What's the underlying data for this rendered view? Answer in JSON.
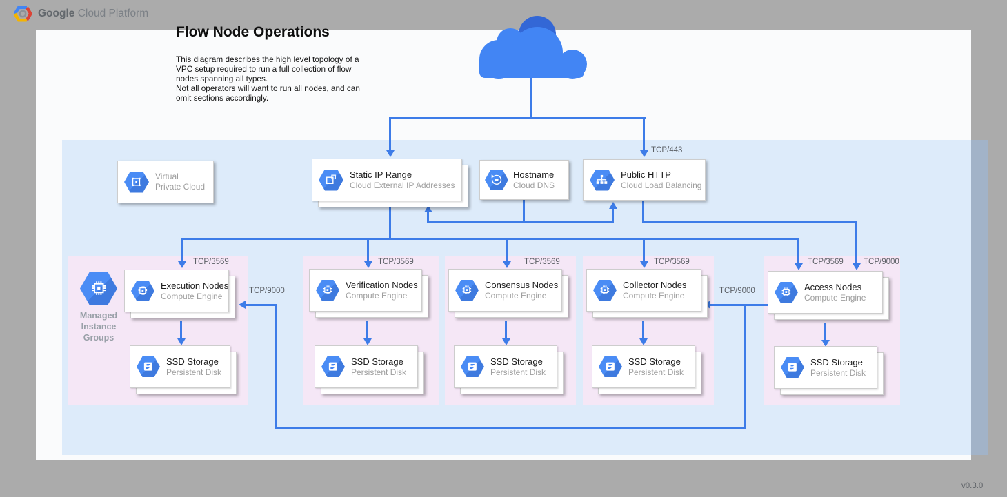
{
  "header": {
    "brand_bold": "Google",
    "brand_rest": "Cloud Platform",
    "logo_icon": "gcp-hexagon-logo"
  },
  "title": "Flow Node Operations",
  "description": "This diagram describes the high level topology of a VPC setup required to run a full collection of flow nodes spanning all types.\nNot all operators will want to run all nodes, and can omit sections accordingly.",
  "version": "v0.3.0",
  "colors": {
    "accent_blue": "#4285f4",
    "connector_blue": "#3d7ce8",
    "vpc_background": "#ddebfa",
    "group_background": "#f5e7f6",
    "page_background": "#fafbfc",
    "outer_background": "#ababab"
  },
  "cloud_icon": "internet-cloud",
  "vpc_card": {
    "line1": "Virtual",
    "line2": "Private Cloud",
    "icon": "vpc"
  },
  "top_cards": [
    {
      "title": "Static IP Range",
      "subtitle": "Cloud External IP Addresses",
      "icon": "external-ip",
      "stacked": true
    },
    {
      "title": "Hostname",
      "subtitle": "Cloud DNS",
      "icon": "dns",
      "stacked": false
    },
    {
      "title": "Public HTTP",
      "subtitle": "Cloud Load Balancing",
      "icon": "load-balancer",
      "stacked": false
    }
  ],
  "mig": {
    "label": "Managed\nInstance\nGroups",
    "icon": "chip"
  },
  "groups": [
    {
      "compute": {
        "title": "Execution Nodes",
        "subtitle": "Compute Engine",
        "icon": "chip"
      },
      "storage": {
        "title": "SSD Storage",
        "subtitle": "Persistent Disk",
        "icon": "disk"
      }
    },
    {
      "compute": {
        "title": "Verification Nodes",
        "subtitle": "Compute Engine",
        "icon": "chip"
      },
      "storage": {
        "title": "SSD Storage",
        "subtitle": "Persistent Disk",
        "icon": "disk"
      }
    },
    {
      "compute": {
        "title": "Consensus Nodes",
        "subtitle": "Compute Engine",
        "icon": "chip"
      },
      "storage": {
        "title": "SSD Storage",
        "subtitle": "Persistent Disk",
        "icon": "disk"
      }
    },
    {
      "compute": {
        "title": "Collector Nodes",
        "subtitle": "Compute Engine",
        "icon": "chip"
      },
      "storage": {
        "title": "SSD Storage",
        "subtitle": "Persistent Disk",
        "icon": "disk"
      }
    },
    {
      "compute": {
        "title": "Access Nodes",
        "subtitle": "Compute Engine",
        "icon": "chip"
      },
      "storage": {
        "title": "SSD Storage",
        "subtitle": "Persistent Disk",
        "icon": "disk"
      }
    }
  ],
  "ports": {
    "tcp443": "TCP/443",
    "tcp3569": "TCP/3569",
    "tcp9000": "TCP/9000"
  }
}
